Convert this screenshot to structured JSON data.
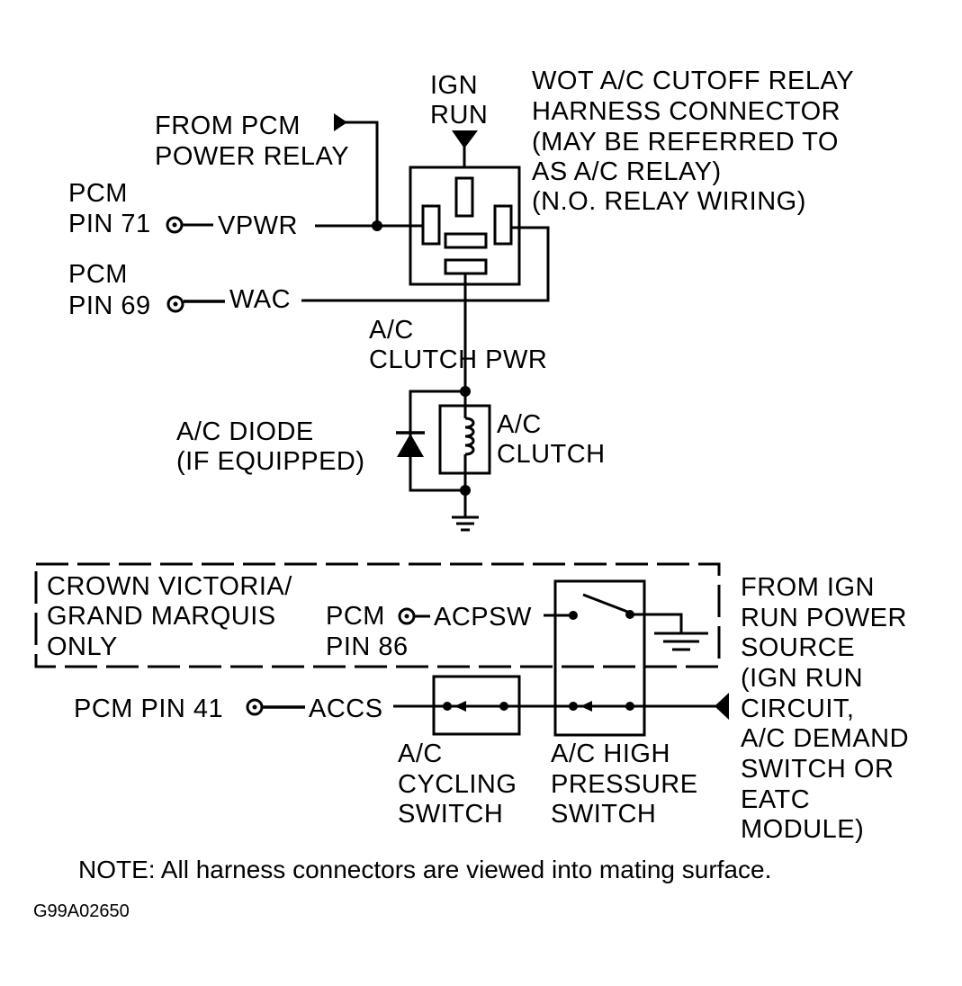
{
  "diagram": {
    "relay": {
      "ign_run": [
        "IGN",
        "RUN"
      ],
      "title": [
        "WOT A/C CUTOFF RELAY",
        "HARNESS CONNECTOR",
        "(MAY BE REFERRED TO",
        "AS A/C RELAY)",
        "(N.O. RELAY WIRING)"
      ],
      "from_pcm": [
        "FROM PCM",
        "POWER RELAY"
      ]
    },
    "pin71": {
      "label": [
        "PCM",
        "PIN 71"
      ],
      "signal": "VPWR"
    },
    "pin69": {
      "label": [
        "PCM",
        "PIN 69"
      ],
      "signal": "WAC"
    },
    "clutch_pwr": [
      "A/C",
      "CLUTCH PWR"
    ],
    "diode": [
      "A/C DIODE",
      "(IF EQUIPPED)"
    ],
    "clutch": [
      "A/C",
      "CLUTCH"
    ],
    "region": [
      "CROWN VICTORIA/",
      "GRAND MARQUIS",
      "ONLY"
    ],
    "pin86": {
      "label": [
        "PCM",
        "PIN 86"
      ],
      "signal": "ACPSW"
    },
    "pin41": {
      "label": "PCM PIN 41",
      "signal": "ACCS"
    },
    "cycling_switch": [
      "A/C",
      "CYCLING",
      "SWITCH"
    ],
    "high_pressure_switch": [
      "A/C HIGH",
      "PRESSURE",
      "SWITCH"
    ],
    "ign_source": [
      "FROM IGN",
      "RUN POWER",
      "SOURCE",
      "(IGN RUN",
      "CIRCUIT,",
      "A/C DEMAND",
      "SWITCH OR",
      "EATC",
      "MODULE)"
    ]
  },
  "note": "NOTE:  All harness connectors are viewed into mating surface.",
  "figure_code": "G99A02650"
}
